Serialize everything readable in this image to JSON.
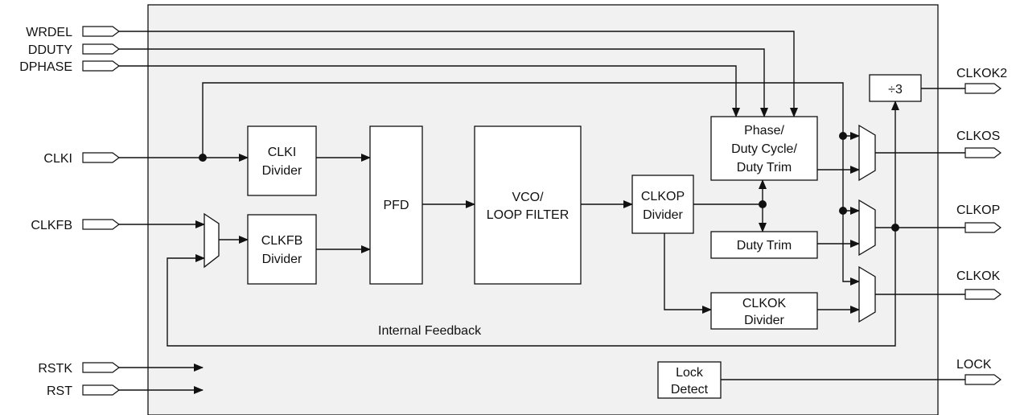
{
  "inputs": {
    "wrdel": "WRDEL",
    "dduty": "DDUTY",
    "dphase": "DPHASE",
    "clki": "CLKI",
    "clkfb": "CLKFB",
    "rstk": "RSTK",
    "rst": "RST"
  },
  "outputs": {
    "clkok2": "CLKOK2",
    "clkos": "CLKOS",
    "clkop": "CLKOP",
    "clkok": "CLKOK",
    "lock": "LOCK"
  },
  "blocks": {
    "clki_divider": [
      "CLKI",
      "Divider"
    ],
    "clkfb_divider": [
      "CLKFB",
      "Divider"
    ],
    "pfd": "PFD",
    "vco": [
      "VCO/",
      "LOOP FILTER"
    ],
    "clkop_divider": [
      "CLKOP",
      "Divider"
    ],
    "phase_duty": [
      "Phase/",
      "Duty Cycle/",
      "Duty Trim"
    ],
    "duty_trim": "Duty Trim",
    "clkok_divider": [
      "CLKOK",
      "Divider"
    ],
    "div3": "÷3",
    "lock_detect": [
      "Lock",
      "Detect"
    ]
  },
  "annotations": {
    "internal_feedback": "Internal Feedback"
  }
}
